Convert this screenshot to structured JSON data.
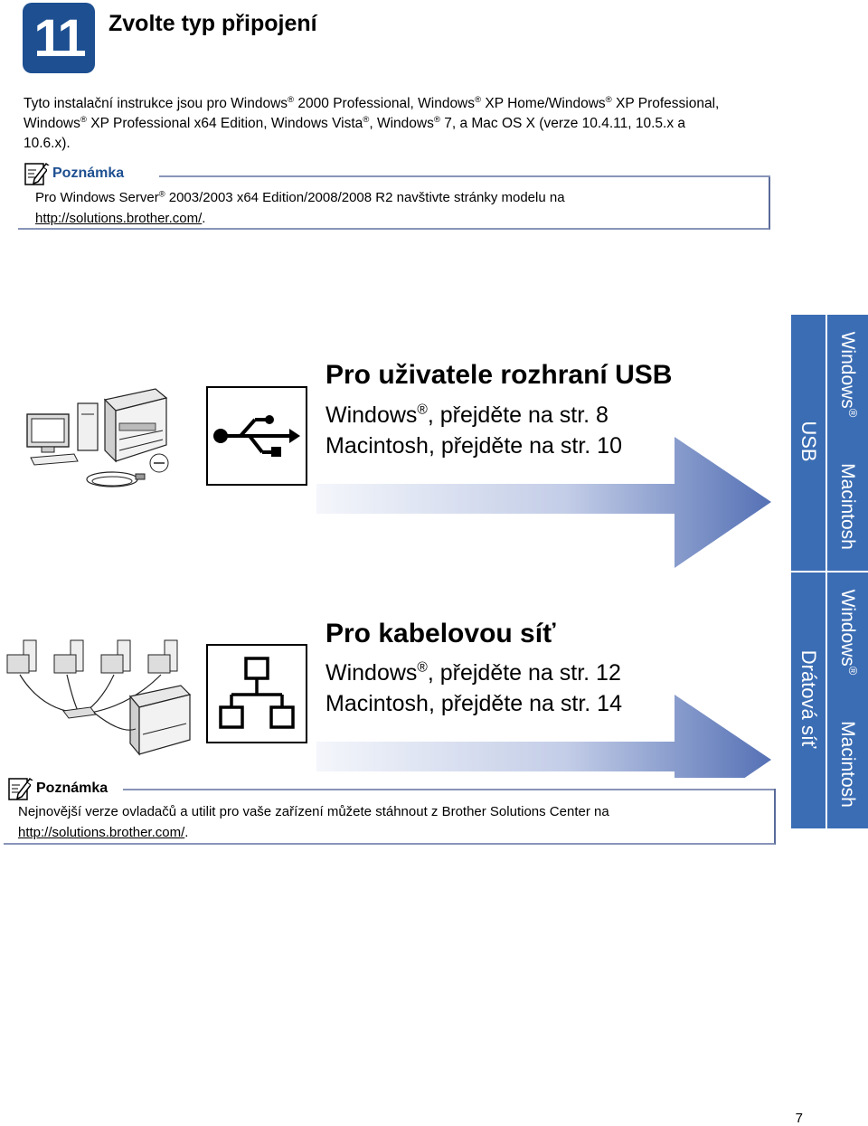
{
  "step": {
    "number": "11",
    "title": "Zvolte typ připojení"
  },
  "intro": {
    "l1a": "Tyto instalační instrukce jsou pro Windows",
    "l1b": " 2000 Professional, Windows",
    "l1c": " XP Home/Windows",
    "l1d": " XP Professional,",
    "l2a": "Windows",
    "l2b": " XP Professional x64 Edition, Windows Vista",
    "l2c": ", Windows",
    "l2d": " 7, a Mac OS X (verze 10.4.11, 10.5.x a",
    "l3": "10.6.x).",
    "reg": "®"
  },
  "note1": {
    "heading": "Poznámka",
    "t1": "Pro Windows Server",
    "t2": " 2003/2003 x64 Edition/2008/2008 R2 navštivte stránky modelu na",
    "link": "http://solutions.brother.com/",
    "end": "."
  },
  "usb": {
    "title": "Pro uživatele rozhraní USB",
    "win_a": "Windows",
    "win_b": ", přejděte na str. 8",
    "mac": "Macintosh, přejděte na str. 10"
  },
  "lan": {
    "title": "Pro kabelovou síť",
    "win_a": "Windows",
    "win_b": ", přejděte na str. 12",
    "mac": "Macintosh, přejděte na str. 14"
  },
  "note2": {
    "heading": "Poznámka",
    "t1": "Nejnovější verze ovladačů a utilit pro vaše zařízení můžete stáhnout z Brother Solutions Center na",
    "link": "http://solutions.brother.com/",
    "end": "."
  },
  "tabs": {
    "usb_label": "USB",
    "lan_label": "Drátová síť",
    "windows": "Windows",
    "macintosh": "Macintosh",
    "reg": "®"
  },
  "colors": {
    "accent": "#1d4f91",
    "tab": "#3b6db4",
    "arrow_start": "#eef1f9",
    "arrow_end": "#5571b5"
  },
  "icons": [
    "note-pencil-icon",
    "usb-symbol-icon",
    "network-symbol-icon",
    "printer-pc-usb-illustration",
    "printer-network-illustration"
  ],
  "page_number": "7"
}
